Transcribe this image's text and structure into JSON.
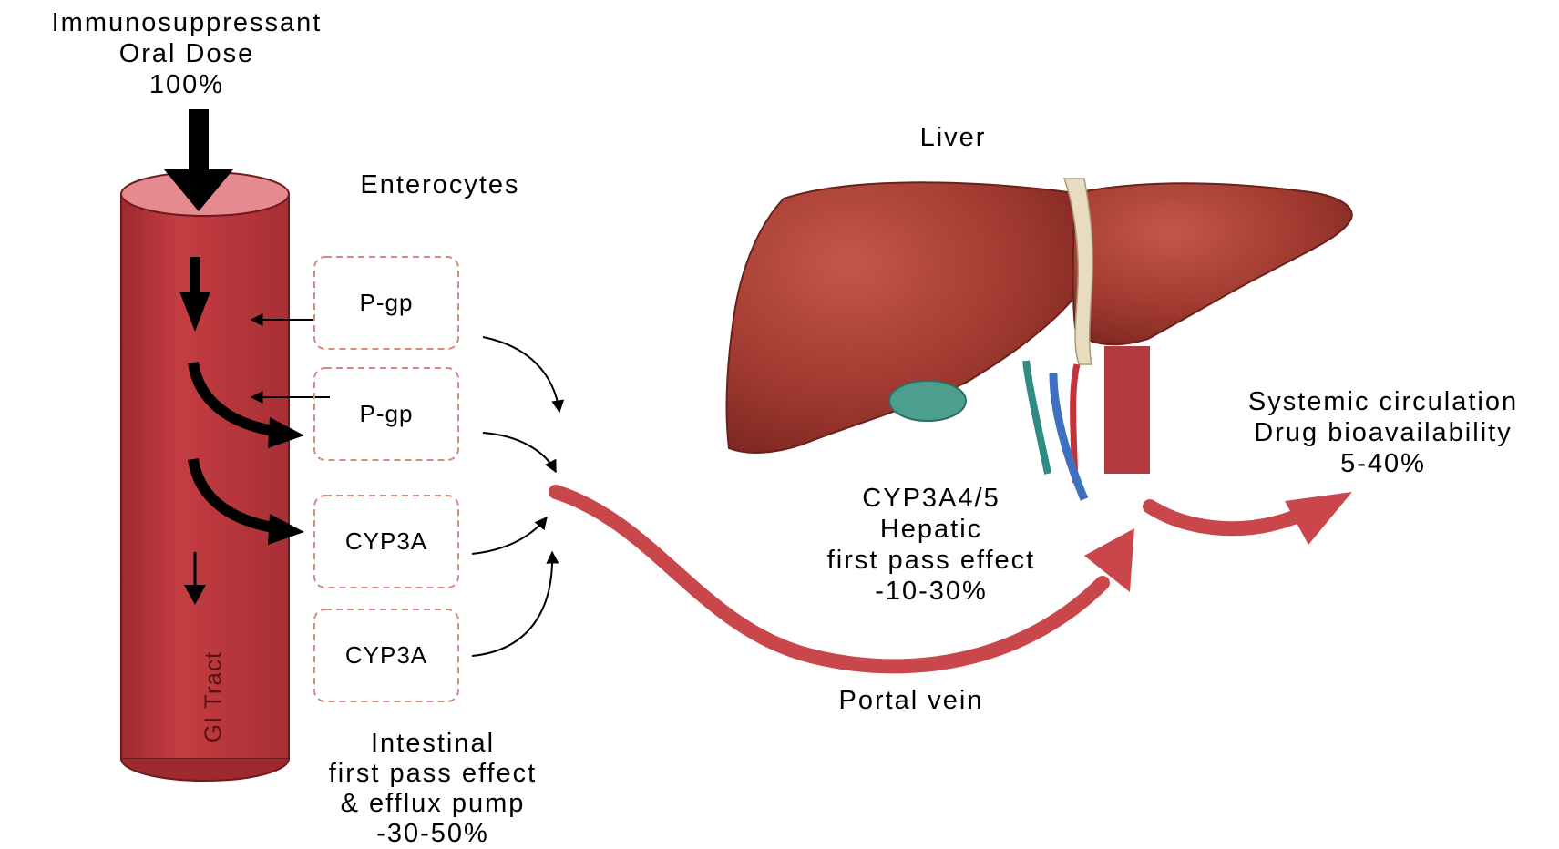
{
  "title": {
    "line1": "Immunosuppressant",
    "line2": "Oral Dose",
    "line3": "100%"
  },
  "enterocytes_label": "Enterocytes",
  "gi_tract_label": "GI Tract",
  "boxes": [
    {
      "label": "P-gp"
    },
    {
      "label": "P-gp"
    },
    {
      "label": "CYP3A"
    },
    {
      "label": "CYP3A"
    }
  ],
  "intestinal": {
    "line1": "Intestinal",
    "line2": "first pass effect",
    "line3": "& efflux pump",
    "line4": "-30-50%"
  },
  "liver_label": "Liver",
  "hepatic": {
    "line1": "CYP3A4/5",
    "line2": "Hepatic",
    "line3": "first pass effect",
    "line4": "-10-30%"
  },
  "portal_vein_label": "Portal vein",
  "systemic": {
    "line1": "Systemic circulation",
    "line2": "Drug bioavailability",
    "line3": "5-40%"
  },
  "colors": {
    "tract_fill": "#c0393f",
    "tract_top": "#e58b8f",
    "box_border": "#d9877f",
    "flow_arrow": "#c9474b",
    "liver": "#a03a30",
    "gallbladder": "#4c9e8e"
  }
}
